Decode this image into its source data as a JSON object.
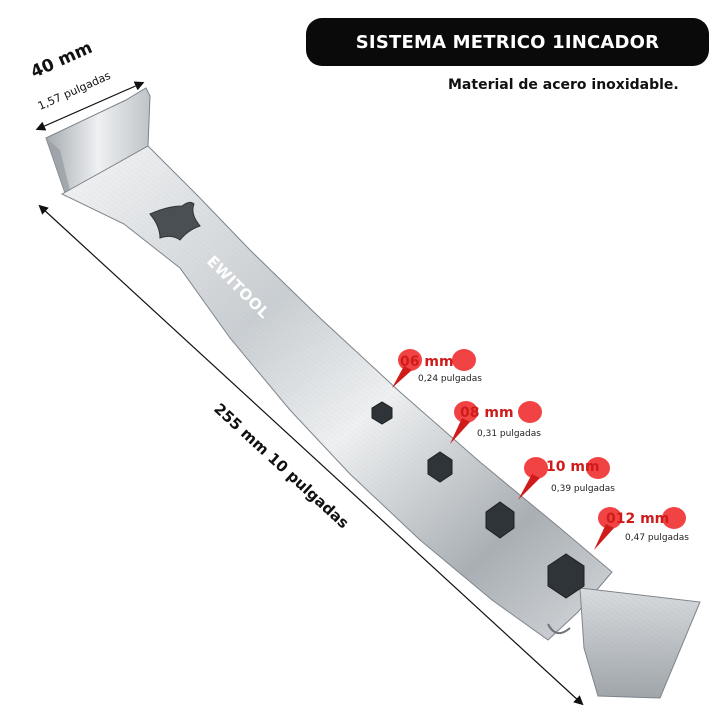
{
  "header": {
    "title": "SISTEMA METRICO 1INCADOR",
    "subtitle": "Material de acero inoxidable."
  },
  "dimensions": {
    "width_mm": "40 mm",
    "width_in": "1,57 pulgadas",
    "length": "255 mm 10 pulgadas"
  },
  "brand": {
    "logo": "EWITOOL"
  },
  "hole_tags": [
    {
      "size": "06 mm",
      "inches": "0,24 pulgadas"
    },
    {
      "size": "08 mm",
      "inches": "0,31 pulgadas"
    },
    {
      "size": "10 mm",
      "inches": "0,39 pulgadas"
    },
    {
      "size": "012 mm",
      "inches": "0,47 pulgadas"
    }
  ],
  "colors": {
    "accent_red": "#d01b1b",
    "pill_bg": "#0a0a0a",
    "steel_light": "#e8eaec",
    "steel_dark": "#8f959b"
  }
}
